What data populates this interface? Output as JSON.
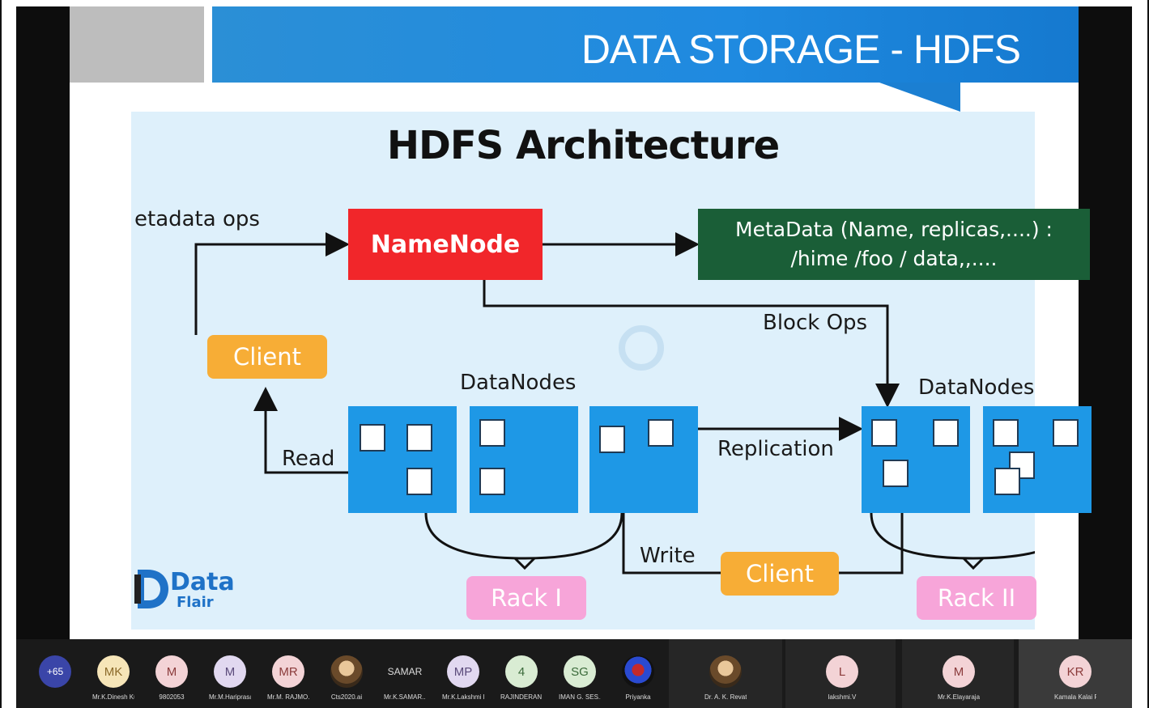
{
  "slide": {
    "header_title": "DATA STORAGE - HDFS"
  },
  "diagram": {
    "title": "HDFS Architecture",
    "metadata_ops_label": "etadata ops",
    "namenode_label": "NameNode",
    "metadata_line1": "MetaData (Name, replicas,....) :",
    "metadata_line2": "/hime /foo / data,,....",
    "block_ops_label": "Block Ops",
    "client_top_label": "Client",
    "client_bottom_label": "Client",
    "read_label": "Read",
    "write_label": "Write",
    "replication_label": "Replication",
    "datanodes_left_label": "DataNodes",
    "datanodes_right_label": "DataNodes",
    "rack1_label": "Rack I",
    "rack2_label": "Rack II",
    "logo_data": "Data",
    "logo_flair": "Flair",
    "colors": {
      "namenode": "#f1262a",
      "metadata": "#1a5e37",
      "client": "#f7ad36",
      "rack": "#f7a5d9",
      "datanode": "#1e98e6",
      "background": "#def0fb"
    }
  },
  "participants": [
    {
      "initials": "+65",
      "name": ""
    },
    {
      "initials": "MK",
      "name": "Mr.K.Dinesh Ku..."
    },
    {
      "initials": "M",
      "name": "9802053"
    },
    {
      "initials": "M",
      "name": "Mr.M.Hariprasath"
    },
    {
      "initials": "MR",
      "name": "Mr.M. RAJMO..."
    },
    {
      "initials": "",
      "name": "Cts2020.ai"
    },
    {
      "initials": "SAMAR",
      "name": "Mr.K.SAMAR..."
    },
    {
      "initials": "MP",
      "name": "Mr.K.Lakshmi P..."
    },
    {
      "initials": "4",
      "name": "RAJINDERAN K"
    },
    {
      "initials": "SG",
      "name": "IMAN G. SES..."
    },
    {
      "initials": "",
      "name": "Priyanka"
    },
    {
      "initials": "",
      "name": "Dr. A. K. Revathi"
    },
    {
      "initials": "L",
      "name": "lakshmi.V"
    },
    {
      "initials": "M",
      "name": "Mr.K.Elayaraja"
    },
    {
      "initials": "KR",
      "name": "Kamala Kalai Ruthram (Guest)"
    }
  ]
}
